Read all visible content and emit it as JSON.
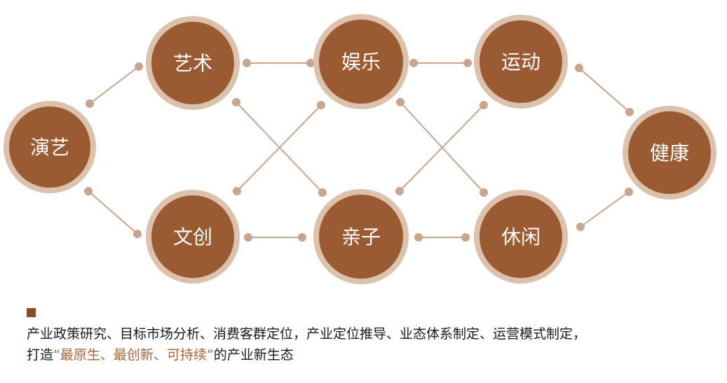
{
  "nodes": {
    "yanyi": "演艺",
    "yishu": "艺术",
    "wenchuang": "文创",
    "yule": "娱乐",
    "qinzi": "亲子",
    "yundong": "运动",
    "xiuxian": "休闲",
    "jiankang": "健康"
  },
  "caption": {
    "line1": "产业政策研究、目标市场分析、消费客群定位，产业定位推导、业态体系制定、运营模式制定，",
    "line2_prefix": "打造",
    "line2_highlight": "“最原生、最创新、可持续”",
    "line2_suffix": "的产业新生态"
  },
  "colors": {
    "node_fill": "#9a5a32",
    "node_ring": "#dcc1ad",
    "connector": "#c7a58e",
    "highlight_text": "#a8653a",
    "marker": "#8c4a2a"
  }
}
